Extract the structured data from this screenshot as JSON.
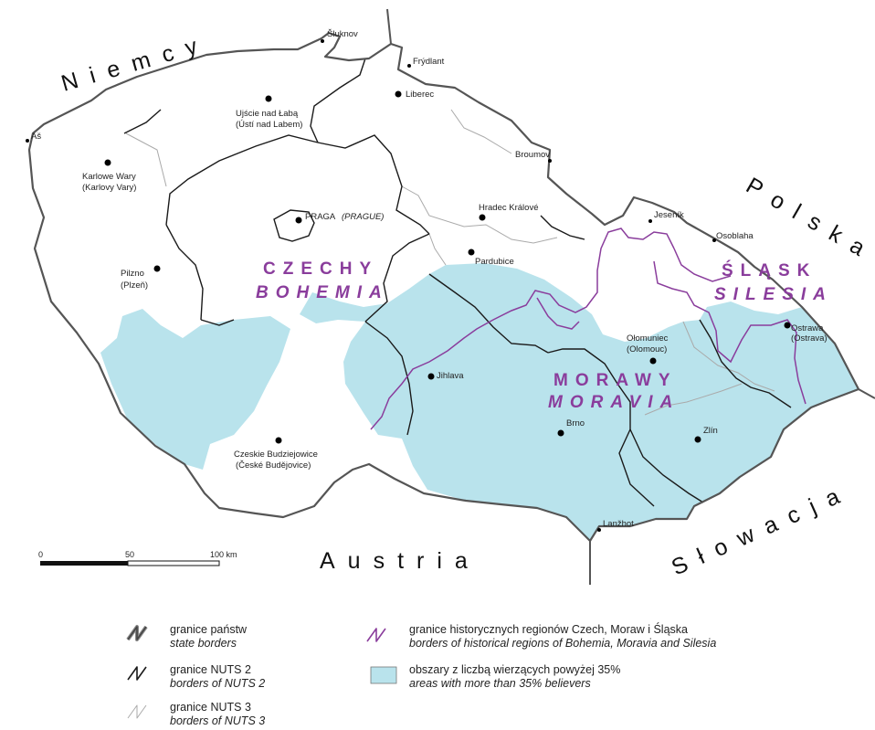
{
  "countries": {
    "germany": "Niemcy",
    "poland": "Polska",
    "austria": "Austria",
    "slovakia": "Słowacja"
  },
  "regions": {
    "czechy": "CZECHY",
    "bohemia": "BOHEMIA",
    "morawy": "MORAWY",
    "moravia": "MORAVIA",
    "slask": "ŚLĄSK",
    "silesia": "SILESIA"
  },
  "cities": {
    "sluknov": "Šluknov",
    "frydlant": "Frýdlant",
    "liberec": "Liberec",
    "usti_1": "Ujście nad Łabą",
    "usti_2": "(Ústí nad Labem)",
    "as": "Aš",
    "karlovy_1": "Karlowe Wary",
    "karlovy_2": "(Karlovy Vary)",
    "broumov": "Broumov",
    "praha_1": "PRAGA",
    "praha_2": "(PRAGUE)",
    "hradec": "Hradec Králové",
    "jesenik": "Jeseník",
    "osoblaha": "Osoblaha",
    "pardubice": "Pardubice",
    "plzen_1": "Pilzno",
    "plzen_2": "(Plzeň)",
    "olomouc_1": "Ołomuniec",
    "olomouc_2": "(Olomouc)",
    "ostrava_1": "Ostrawa",
    "ostrava_2": "(Ostrava)",
    "jihlava": "Jihlava",
    "brno": "Brno",
    "zlin": "Zlín",
    "budejovice_1": "Czeskie Budziejowice",
    "budejovice_2": "(České Budějovice)",
    "lanzhot": "Lanžhot"
  },
  "scale": {
    "zero": "0",
    "fifty": "50",
    "hundred": "100 km"
  },
  "legend": {
    "state_pl": "granice państw",
    "state_en": "state borders",
    "nuts2_pl": "granice NUTS 2",
    "nuts2_en": "borders of NUTS 2",
    "nuts3_pl": "granice NUTS 3",
    "nuts3_en": "borders of NUTS 3",
    "historical_pl": "granice historycznych regionów Czech, Moraw i Śląska",
    "historical_en": "borders of historical regions of Bohemia, Moravia and Silesia",
    "believers_pl": "obszary z liczbą wierzących powyżej 35%",
    "believers_en": "areas with more than 35% believers"
  },
  "colors": {
    "believers_fill": "#b9e3ec",
    "historical_border": "#8a3d9c",
    "state_border": "#555555",
    "nuts2_border": "#1a1a1a",
    "nuts3_border": "#aaaaaa"
  }
}
